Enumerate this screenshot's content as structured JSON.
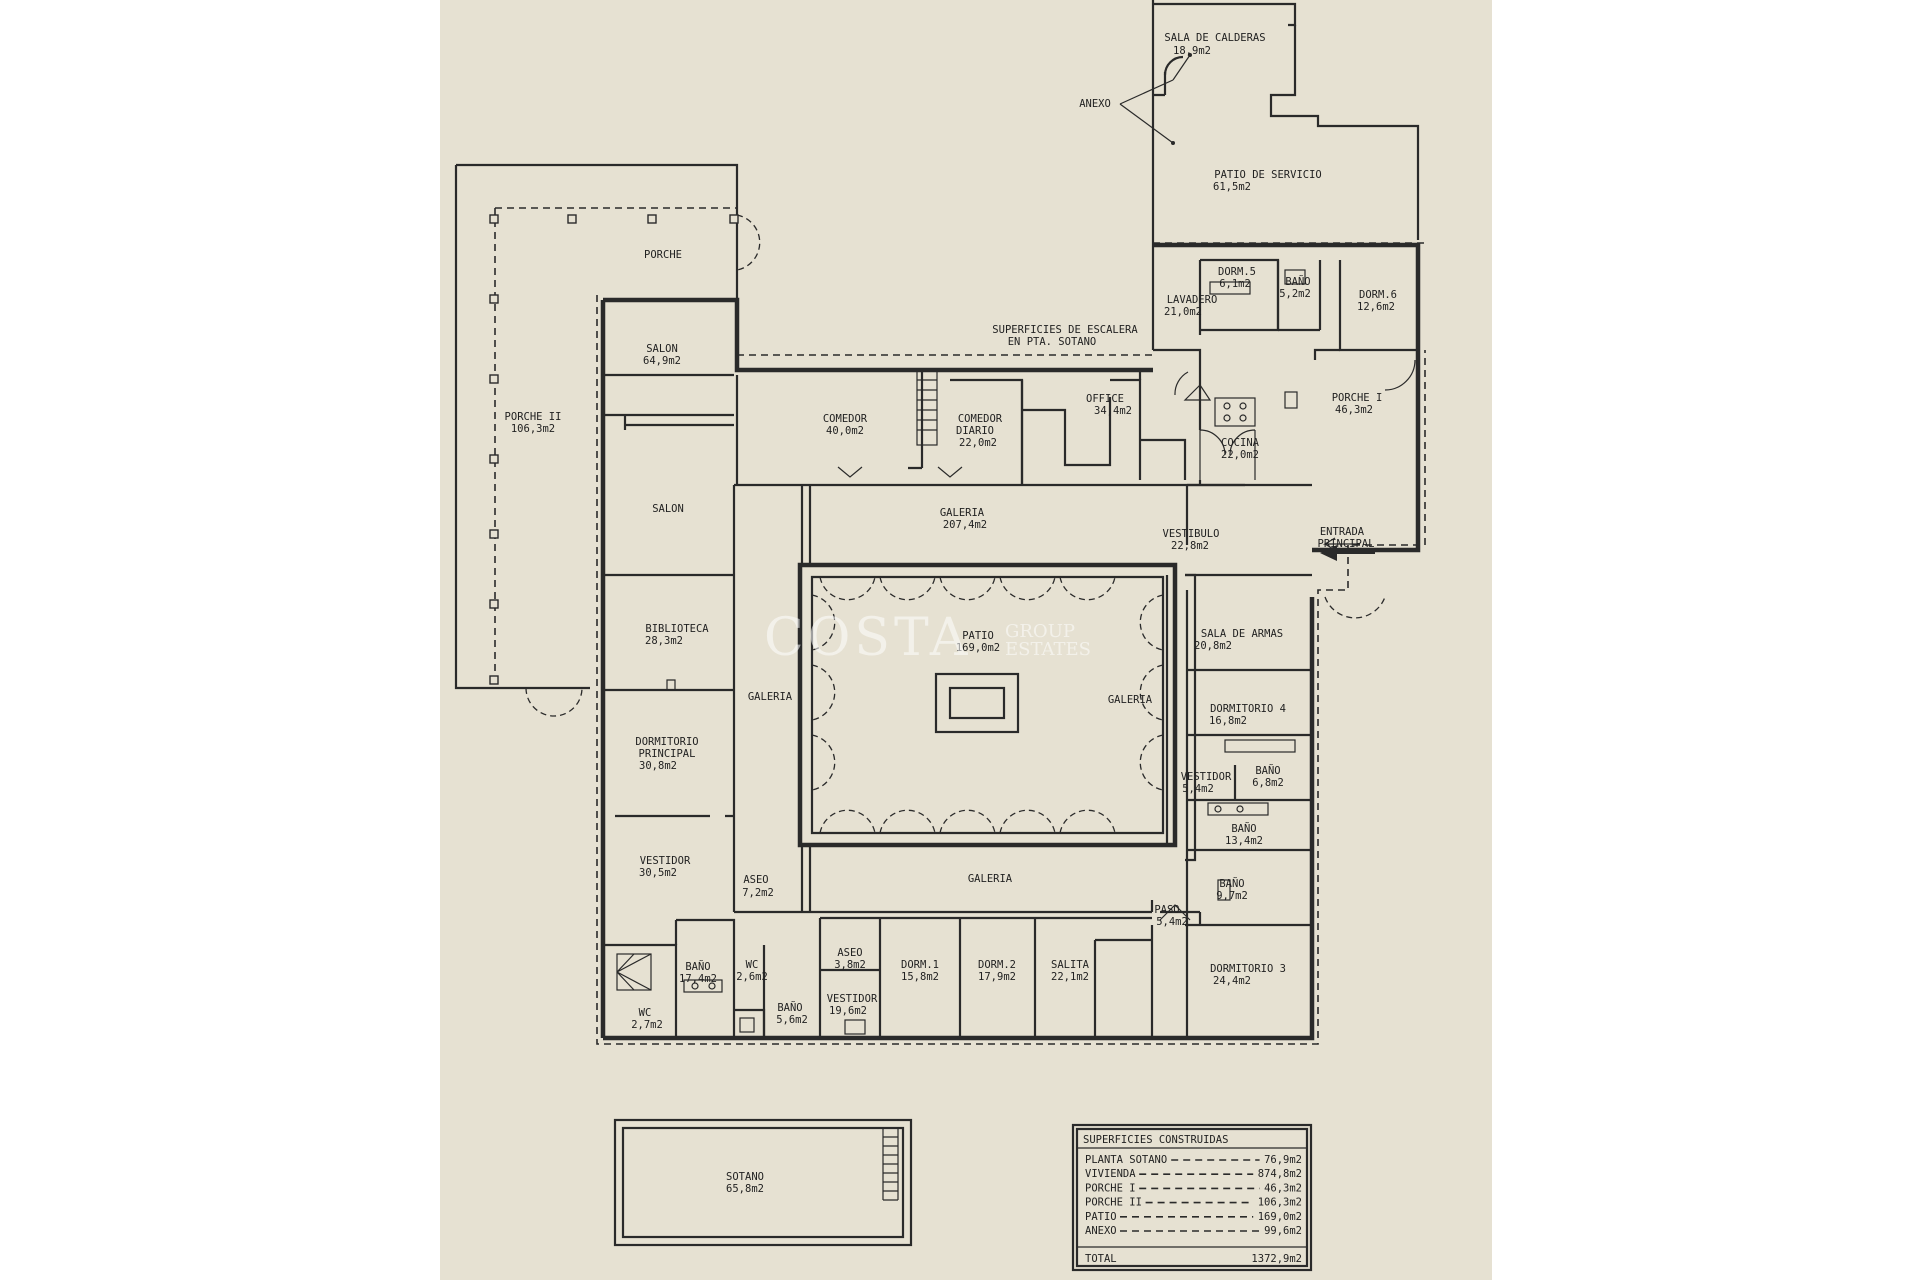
{
  "rooms": {
    "sala_calderas": {
      "name": "SALA DE CALDERAS",
      "area": "18,9m2"
    },
    "anexo": "ANEXO",
    "patio_servicio": {
      "name": "PATIO DE SERVICIO",
      "area": "61,5m2"
    },
    "porche": {
      "name": "PORCHE"
    },
    "porche_ii": {
      "name": "PORCHE II",
      "area": "106,3m2"
    },
    "salon_1": {
      "name": "SALON",
      "area": "64,9m2"
    },
    "salon_2": {
      "name": "SALON"
    },
    "biblioteca": {
      "name": "BIBLIOTECA",
      "area": "28,3m2"
    },
    "dormitorio_principal": {
      "name1": "DORMITORIO",
      "name2": "PRINCIPAL",
      "area": "30,8m2"
    },
    "vestidor_1": {
      "name": "VESTIDOR",
      "area": "30,5m2"
    },
    "bano_1": {
      "name": "BAÑO",
      "area": "17,4m2"
    },
    "wc_1": {
      "name": "WC",
      "area": "2,7m2"
    },
    "aseo_1": {
      "name": "ASEO",
      "area": "7,2m2"
    },
    "wc_2": {
      "name": "WC",
      "area": "2,6m2"
    },
    "bano_2": {
      "name": "BAÑO",
      "area": "5,6m2"
    },
    "aseo_2": {
      "name": "ASEO",
      "area": "3,8m2"
    },
    "vestidor_2": {
      "name": "VESTIDOR",
      "area": "19,6m2"
    },
    "dorm_1": {
      "name": "DORM.1",
      "area": "15,8m2"
    },
    "dorm_2": {
      "name": "DORM.2",
      "area": "17,9m2"
    },
    "salita": {
      "name": "SALITA",
      "area": "22,1m2"
    },
    "dormitorio_3": {
      "name": "DORMITORIO 3",
      "area": "24,4m2"
    },
    "paso": {
      "name": "PASO",
      "area": "5,4m2"
    },
    "bano_3": {
      "name": "BAÑO",
      "area": "9,7m2"
    },
    "bano_4": {
      "name": "BAÑO",
      "area": "13,4m2"
    },
    "vestidor_3": {
      "name": "VESTIDOR",
      "area": "5,4m2"
    },
    "bano_5": {
      "name": "BAÑO",
      "area": "6,8m2"
    },
    "dormitorio_4": {
      "name": "DORMITORIO 4",
      "area": "16,8m2"
    },
    "sala_armas": {
      "name": "SALA DE ARMAS",
      "area": "20,8m2"
    },
    "vestibulo": {
      "name": "VESTIBULO",
      "area": "22,8m2"
    },
    "entrada": {
      "line1": "ENTRADA",
      "line2": "PRINCIPAL"
    },
    "porche_i": {
      "name": "PORCHE I",
      "area": "46,3m2"
    },
    "cocina": {
      "name": "COCINA",
      "area": "22,0m2"
    },
    "office": {
      "name": "OFFICE",
      "area": "34,4m2"
    },
    "comedor_diario": {
      "name1": "COMEDOR",
      "name2": "DIARIO",
      "area": "22,0m2"
    },
    "comedor": {
      "name": "COMEDOR",
      "area": "40,0m2"
    },
    "superficies_escalera": {
      "line1": "SUPERFICIES DE ESCALERA",
      "line2": "EN PTA. SOTANO"
    },
    "lavadero": {
      "name": "LAVADERO",
      "area": "21,0m2"
    },
    "dorm_5": {
      "name": "DORM.5",
      "area": "6,1m2"
    },
    "bano_6": {
      "name": "BAÑO",
      "area": "5,2m2"
    },
    "dorm_6": {
      "name": "DORM.6",
      "area": "12,6m2"
    },
    "galeria_north": {
      "name": "GALERIA",
      "area": "207,4m2"
    },
    "galeria_west": {
      "name": "GALERIA"
    },
    "galeria_east": {
      "name": "GALERIA"
    },
    "galeria_south": {
      "name": "GALERIA"
    },
    "patio": {
      "name": "PATIO",
      "area": "169,0m2"
    },
    "sotano": {
      "name": "SOTANO",
      "area": "65,8m2"
    }
  },
  "table": {
    "title": "SUPERFICIES  CONSTRUIDAS",
    "rows": [
      {
        "label": "PLANTA SOTANO",
        "value": "76,9m2"
      },
      {
        "label": "VIVIENDA",
        "value": "874,8m2"
      },
      {
        "label": "PORCHE I",
        "value": "46,3m2"
      },
      {
        "label": "PORCHE II",
        "value": "106,3m2"
      },
      {
        "label": "PATIO",
        "value": "169,0m2"
      },
      {
        "label": "ANEXO",
        "value": "99,6m2"
      }
    ],
    "total": {
      "label": "TOTAL",
      "value": "1372,9m2"
    }
  },
  "watermark": {
    "main": "COSTA",
    "sub1": "GROUP",
    "sub2": "ESTATES"
  }
}
